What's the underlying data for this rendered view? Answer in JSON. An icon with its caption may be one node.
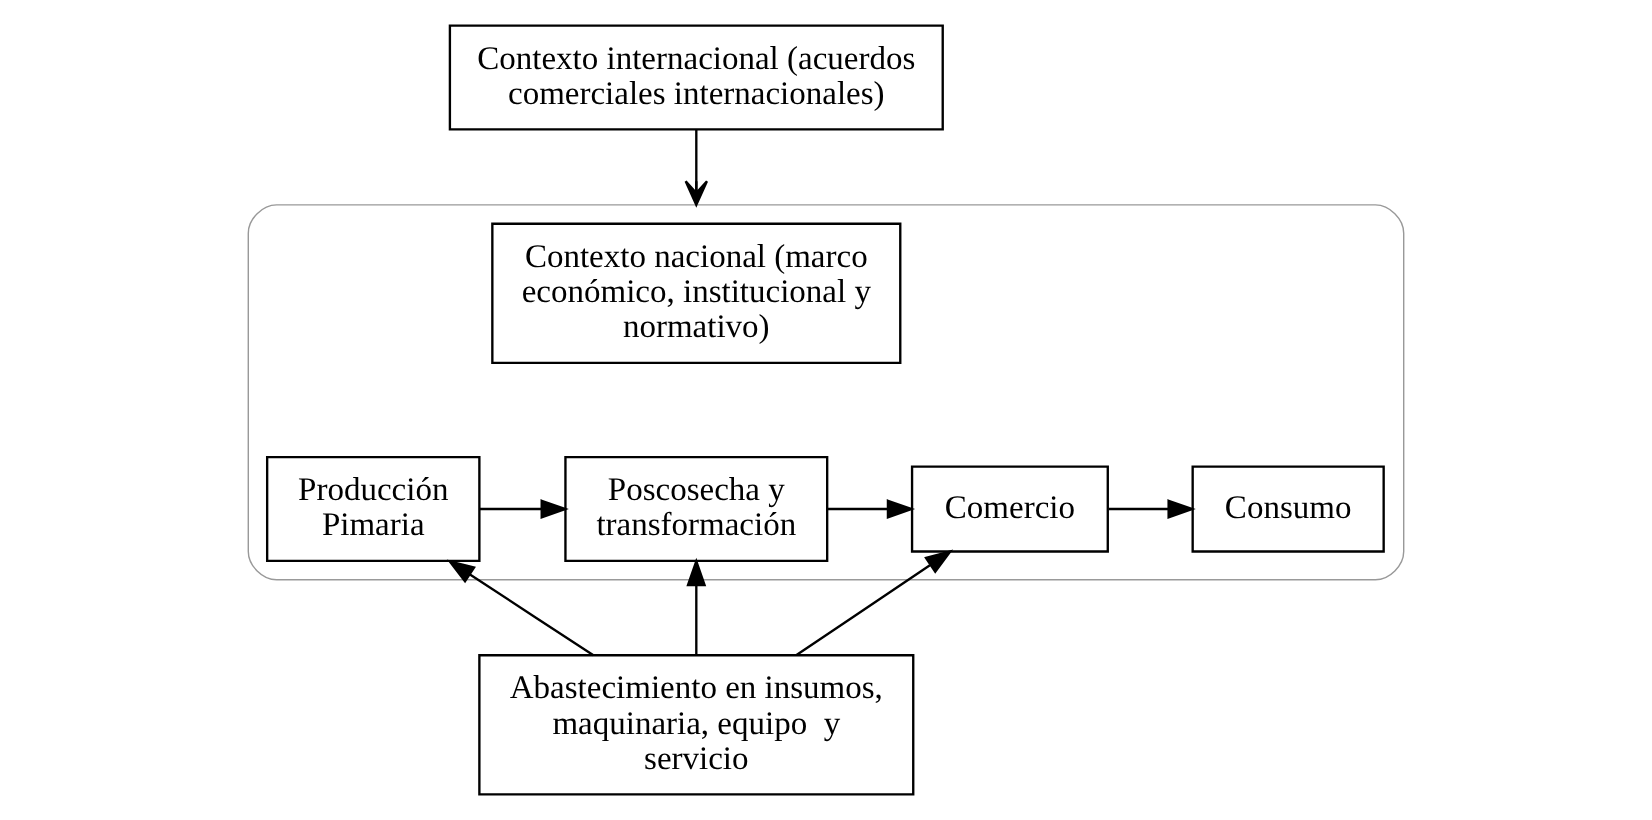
{
  "diagram": {
    "nodes": [
      {
        "text": [
          "Contexto internacional (acuerdos comerciales internacionales)"
        ]
      },
      {
        "text": [],
        "shape": "ellipse"
      },
      {
        "text": [
          "Contexto nacional (marco económico, institucional y normativo)"
        ],
        "in": 1
      },
      {
        "text": [
          "Producción Pimaria"
        ],
        "in": 1
      },
      {
        "text": [
          "Poscosecha y transformación"
        ],
        "in": 1
      },
      {
        "text": [
          "Comercio"
        ],
        "in": 1
      },
      {
        "text": [
          "Consumo"
        ],
        "in": 1
      },
      {
        "text": [
          "Abastecimiento en insumos, maquinaria, equipo  y  servicio"
        ]
      }
    ],
    "edges": [
      {
        "from": 0,
        "to": 1,
        "arrow": "to"
      },
      {
        "from": 3,
        "to": 4,
        "arrow": "to"
      },
      {
        "from": 4,
        "to": 5,
        "arrow": "to"
      },
      {
        "from": 5,
        "to": 6,
        "arrow": "to"
      },
      {
        "from": 7,
        "to": 3,
        "arrow": "to"
      },
      {
        "from": 7,
        "to": 4,
        "arrow": "to"
      },
      {
        "from": 7,
        "to": 5,
        "arrow": "to"
      }
    ]
  }
}
